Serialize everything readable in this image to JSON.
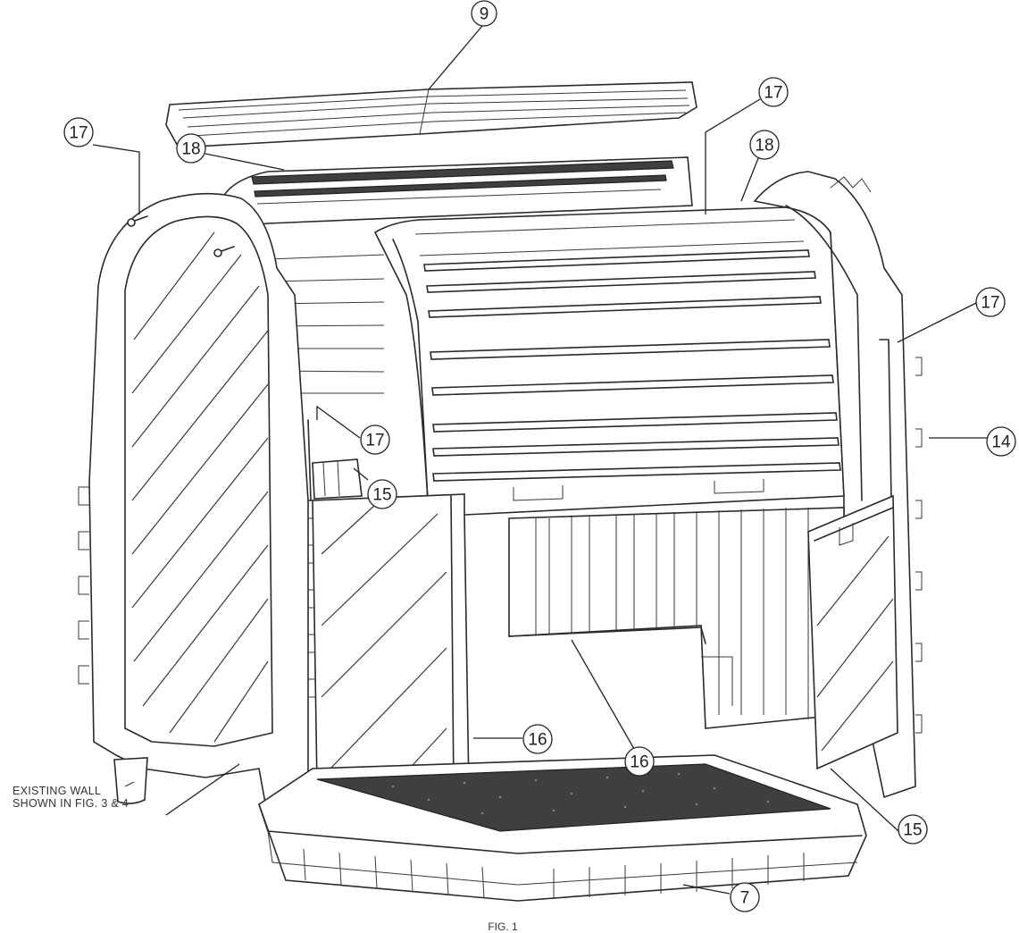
{
  "callouts": {
    "c9": "9",
    "c17a": "17",
    "c17b": "17",
    "c17c": "17",
    "c17d": "17",
    "c18a": "18",
    "c18b": "18",
    "c14": "14",
    "c15a": "15",
    "c15b": "15",
    "c16a": "16",
    "c16b": "16",
    "c7": "7"
  },
  "notes": {
    "existing_wall_line1": "EXISTING WALL",
    "existing_wall_line2": "SHOWN IN FIG. 3 & 4"
  },
  "caption": "FIG. 1"
}
